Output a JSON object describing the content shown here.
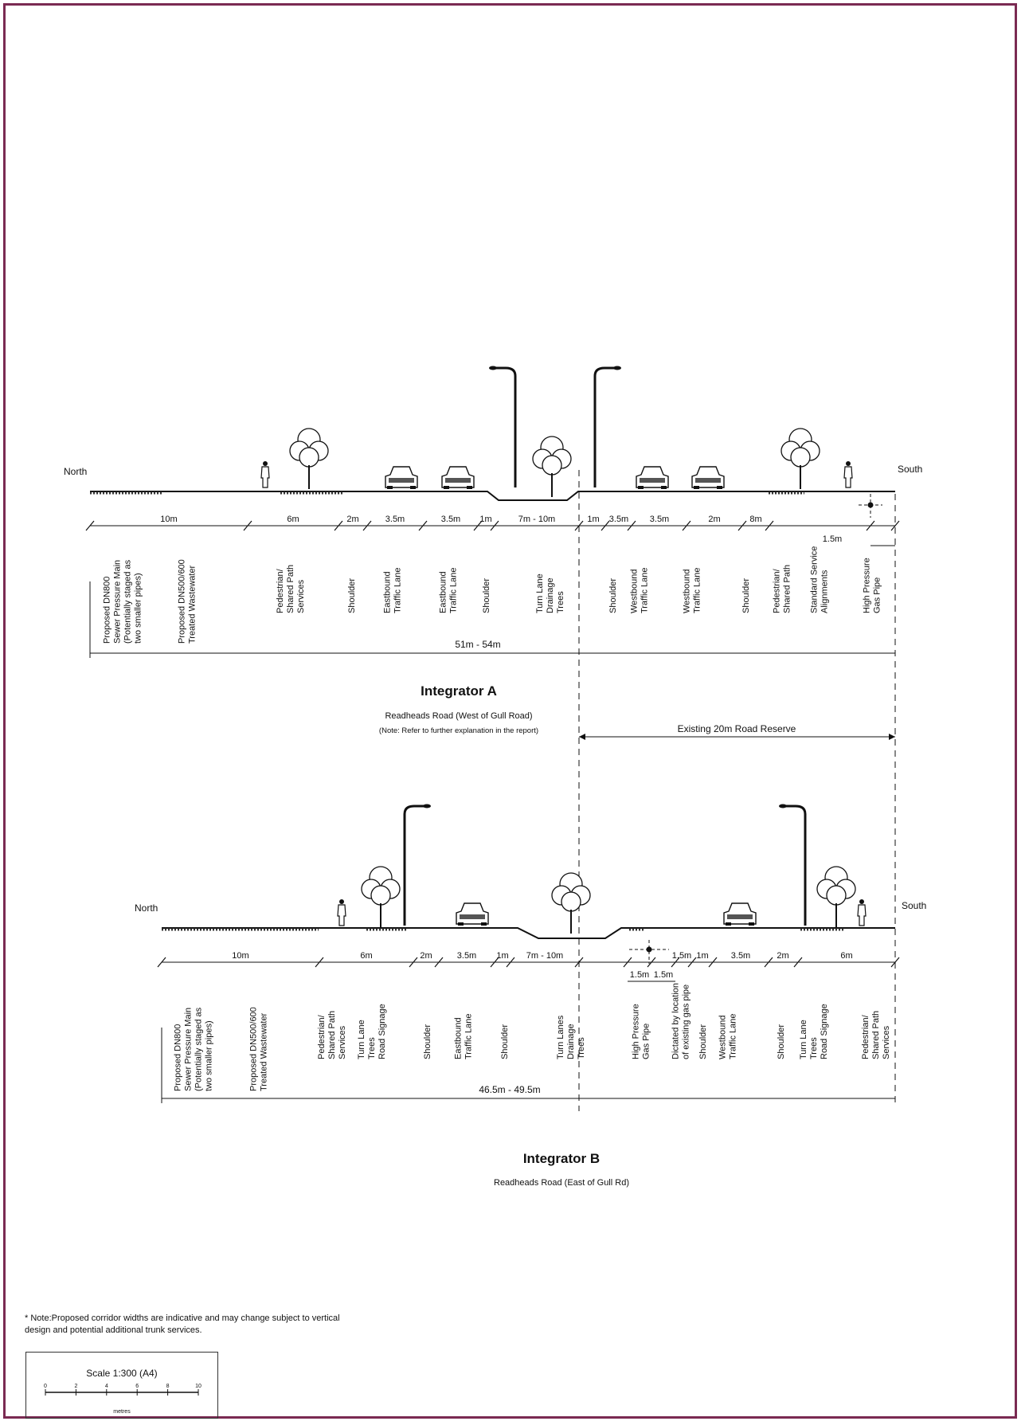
{
  "colors": {
    "frame": "#7a2a52",
    "ink": "#111111",
    "ground": "#222222"
  },
  "section_a": {
    "north": "North",
    "south": "South",
    "dims": [
      "10m",
      "6m",
      "2m",
      "3.5m",
      "3.5m",
      "1m",
      "7m - 10m",
      "1m",
      "3.5m",
      "3.5m",
      "2m",
      "8m",
      "1.5m"
    ],
    "total": "51m - 54m",
    "labels": [
      [
        "Proposed DN800",
        "Sewer Pressure Main",
        "(Potentially staged as",
        "two smaller pipes)"
      ],
      [
        "Proposed DN500/600",
        "Treated Wastewater"
      ],
      [
        "Pedestrian/",
        "Shared Path",
        "Services"
      ],
      [
        "Shoulder"
      ],
      [
        "Eastbound",
        "Traffic Lane"
      ],
      [
        "Eastbound",
        "Traffic Lane"
      ],
      [
        "Shoulder"
      ],
      [
        "Turn Lane",
        "Drainage",
        "Trees"
      ],
      [
        "Shoulder"
      ],
      [
        "Westbound",
        "Traffic Lane"
      ],
      [
        "Westbound",
        "Traffic Lane"
      ],
      [
        "Shoulder"
      ],
      [
        "Pedestrian/",
        "Shared Path"
      ],
      [
        "Standard Service",
        "Alignments"
      ],
      [
        "High Pressure",
        "Gas Pipe"
      ]
    ],
    "title": "Integrator A",
    "subtitle": "Readheads Road (West of Gull Road)",
    "note": "(Note: Refer to further explanation in the report)",
    "reserve": "Existing 20m Road Reserve"
  },
  "section_b": {
    "north": "North",
    "south": "South",
    "dims": [
      "10m",
      "6m",
      "2m",
      "3.5m",
      "1m",
      "7m - 10m",
      "1.5m",
      "1.5m",
      "1.5m",
      "1m",
      "3.5m",
      "2m",
      "6m"
    ],
    "total": "46.5m - 49.5m",
    "labels": [
      [
        "Proposed DN800",
        "Sewer Pressure Main",
        "(Potentially staged as",
        "two smaller pipes)"
      ],
      [
        "Proposed DN500/600",
        "Treated Wastewater"
      ],
      [
        "Pedestrian/",
        "Shared Path",
        "Services"
      ],
      [
        "Turn Lane",
        "Trees",
        "Road Signage"
      ],
      [
        "Shoulder"
      ],
      [
        "Eastbound",
        "Traffic Lane"
      ],
      [
        "Shoulder"
      ],
      [
        "Turn Lanes",
        "Drainage",
        "Trees"
      ],
      [
        "High Pressure",
        "Gas Pipe"
      ],
      [
        "Dictated by location",
        "of existing gas pipe"
      ],
      [
        "Shoulder"
      ],
      [
        "Westbound",
        "Traffic Lane"
      ],
      [
        "Shoulder"
      ],
      [
        "Turn Lane",
        "Trees",
        "Road Signage"
      ],
      [
        "Pedestrian/",
        "Shared Path",
        "Services"
      ]
    ],
    "title": "Integrator B",
    "subtitle": "Readheads Road (East of Gull Rd)"
  },
  "footnote": "* Note:Proposed corridor widths are indicative and may change subject to vertical design and potential additional trunk services.",
  "scale": {
    "title": "Scale 1:300  (A4)",
    "ticks": [
      "0",
      "2",
      "4",
      "6",
      "8",
      "10"
    ],
    "unit": "metres"
  }
}
